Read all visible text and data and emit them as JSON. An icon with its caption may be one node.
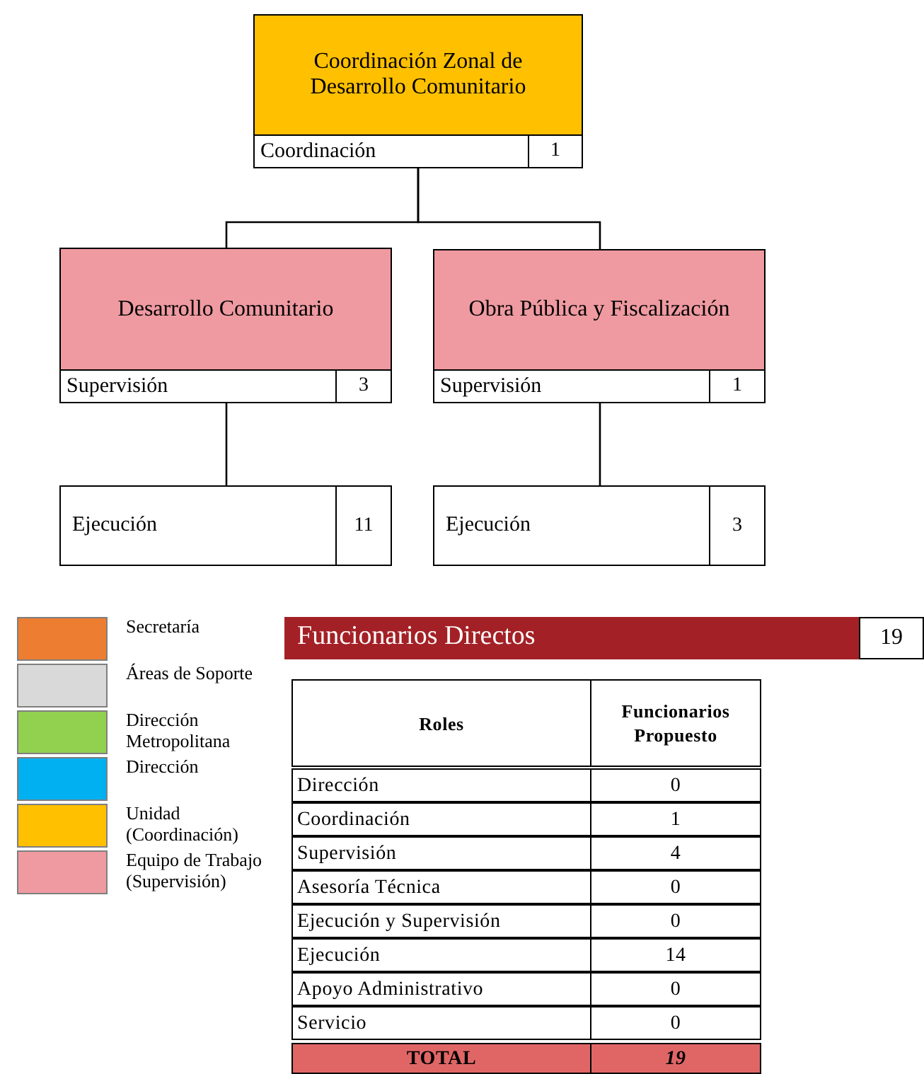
{
  "diagram": {
    "nodes": [
      {
        "text": [
          "Coordinación Zonal de Desarrollo Comunitario",
          "Coordinación",
          "1"
        ]
      },
      {
        "text": [
          "Desarrollo Comunitario",
          "Supervisión",
          "3"
        ]
      },
      {
        "text": [
          "Obra Pública y Fiscalización",
          "Supervisión",
          "1"
        ]
      },
      {
        "text": [
          "Ejecución",
          "11"
        ]
      },
      {
        "text": [
          "Ejecución",
          "3"
        ]
      }
    ],
    "edges": [
      {
        "from": 0,
        "to": 1,
        "arrow": "none"
      },
      {
        "from": 0,
        "to": 2,
        "arrow": "none"
      },
      {
        "from": 1,
        "to": 3,
        "arrow": "none"
      },
      {
        "from": 2,
        "to": 4,
        "arrow": "none"
      }
    ],
    "labels": [
      "Funcionarios Directos",
      "19",
      "Roles",
      "Funcionarios Propuesto",
      "Dirección",
      "0",
      "Coordinación",
      "1",
      "Supervisión",
      "4",
      "Asesoría Técnica",
      "0",
      "Ejecución y Supervisión",
      "0",
      "Ejecución",
      "14",
      "Apoyo Administrativo",
      "0",
      "Servicio",
      "0",
      "TOTAL",
      "19"
    ],
    "legend": [
      {
        "text": "Secretaría",
        "color": "#ed7d31"
      },
      {
        "text": "Áreas de Soporte",
        "color": "#d9d9d9"
      },
      {
        "text": "Dirección Metropolitana",
        "color": "#92d050"
      },
      {
        "text": "Dirección",
        "color": "#00b0f0"
      },
      {
        "text": "Unidad (Coordinación)",
        "color": "#ffc000"
      },
      {
        "text": "Equipo de Trabajo (Supervisión)",
        "color": "#ef9aa1"
      }
    ]
  }
}
